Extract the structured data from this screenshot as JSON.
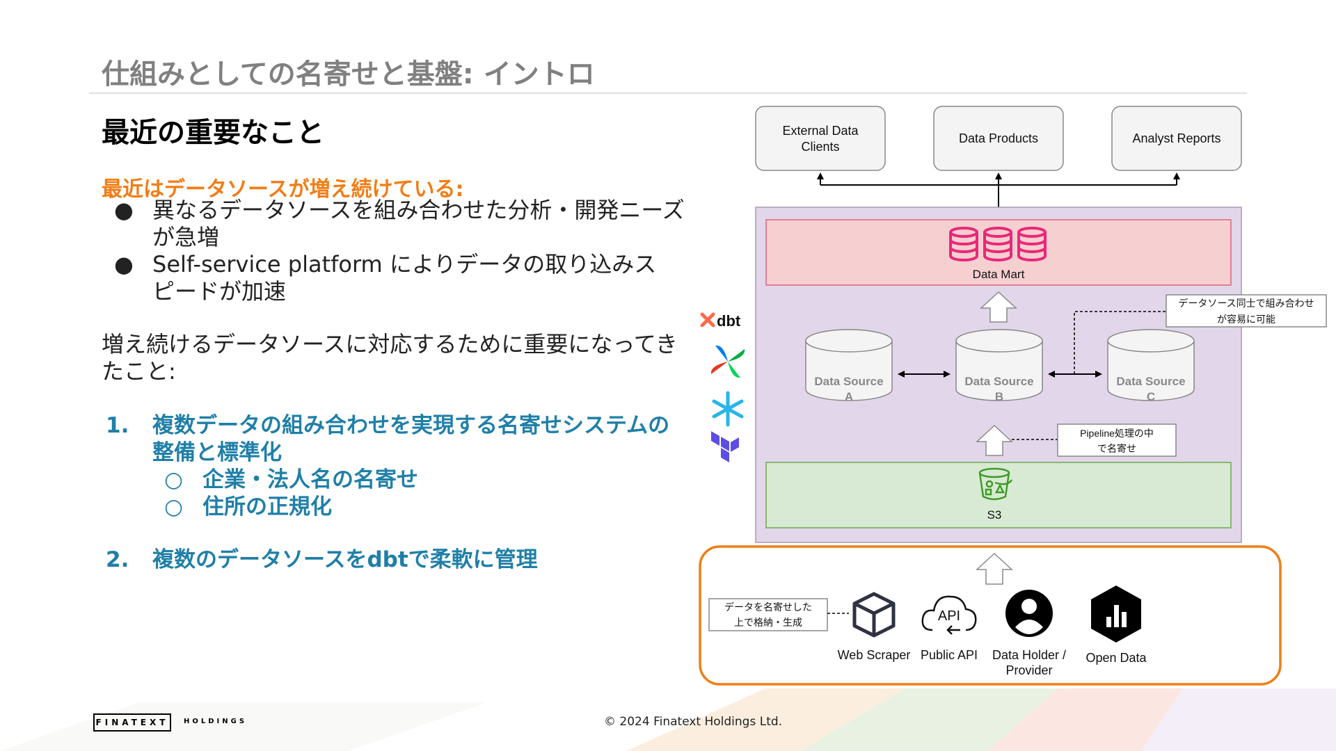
{
  "slide": {
    "title": "仕組みとしての名寄せと基盤: イントロ",
    "section_heading": "最近の重要なこと",
    "orange_heading": "最近はデータソースが増え続けている:",
    "bullets": [
      {
        "marker": "●",
        "lines": [
          "異なるデータソースを組み合わせた分析・開発ニーズ",
          "が急増"
        ]
      },
      {
        "marker": "●",
        "lines": [
          "Self-service platform によりデータの取り込みス",
          "ピードが加速"
        ]
      }
    ],
    "paragraph_lines": [
      "増え続けるデータソースに対応するために重要になってき",
      "たこと:"
    ],
    "numbered": [
      {
        "marker": "1.",
        "lines": [
          "複数データの組み合わせを実現する名寄せシステムの",
          "整備と標準化"
        ],
        "subitems": [
          {
            "marker": "○",
            "text": "企業・法人名の名寄せ"
          },
          {
            "marker": "○",
            "text": "住所の正規化"
          }
        ]
      },
      {
        "marker": "2.",
        "lines": [
          "複数のデータソースをdbtで柔軟に管理"
        ],
        "subitems": []
      }
    ]
  },
  "diagram": {
    "outputs": [
      {
        "lines": [
          "External Data",
          "Clients"
        ]
      },
      {
        "lines": [
          "Data Products"
        ]
      },
      {
        "lines": [
          "Analyst Reports"
        ]
      }
    ],
    "data_mart_label": "Data Mart",
    "data_sources": [
      {
        "lines": [
          "Data Source",
          "A"
        ]
      },
      {
        "lines": [
          "Data Source",
          "B"
        ]
      },
      {
        "lines": [
          "Data Source",
          "C"
        ]
      }
    ],
    "s3_label": "S3",
    "note_combine": [
      "データソース同士で組み合わせ",
      "が容易に可能"
    ],
    "note_pipeline": [
      "Pipeline処理の中",
      "で名寄せ"
    ],
    "note_store": [
      "データを名寄せした",
      "上で格納・生成"
    ],
    "tool_dbt": "dbt",
    "inputs": [
      {
        "icon": "cube-icon",
        "lines": [
          "Web Scraper"
        ]
      },
      {
        "icon": "api-cloud-icon",
        "lines": [
          "Public API"
        ]
      },
      {
        "icon": "person-icon",
        "lines": [
          "Data Holder /",
          "Provider"
        ]
      },
      {
        "icon": "chart-hexagon-icon",
        "lines": [
          "Open Data"
        ]
      }
    ],
    "colors": {
      "platform_bg": "#e2d6ea",
      "data_mart_bg": "#f6cfd0",
      "s3_bg": "#d8ead3",
      "ingest_border": "#f07d16",
      "db_icon": "#e8287a",
      "s3_icon": "#3f9b28"
    }
  },
  "footer": {
    "copyright": "© 2024 Finatext Holdings Ltd.",
    "logo_main": "FINATEXT",
    "logo_sub": "HOLDINGS"
  }
}
